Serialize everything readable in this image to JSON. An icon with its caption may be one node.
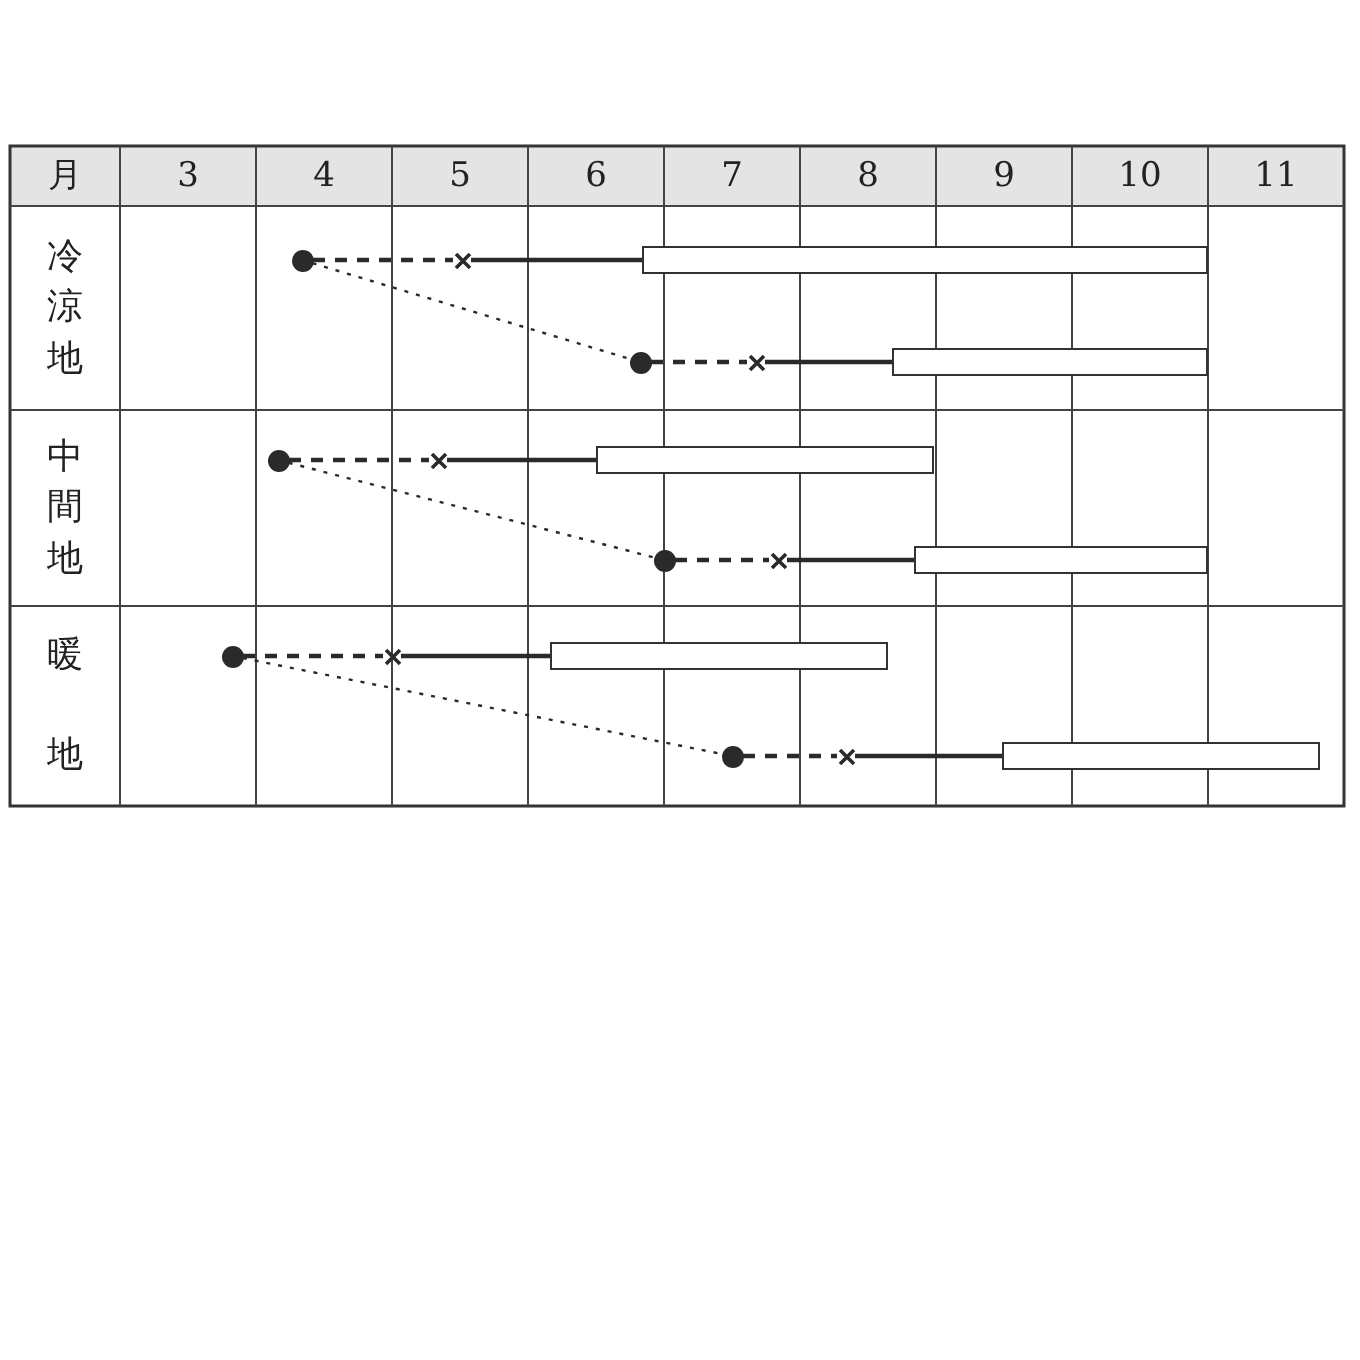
{
  "diagram": {
    "nodes": [
      {
        "text": [],
        "shape": "circle"
      },
      {
        "text": [],
        "shape": "cross"
      },
      {
        "text": [],
        "shape": "bar"
      },
      {
        "text": [],
        "shape": "circle"
      },
      {
        "text": [],
        "shape": "cross"
      },
      {
        "text": [],
        "shape": "bar"
      },
      {
        "text": [],
        "shape": "circle"
      },
      {
        "text": [],
        "shape": "cross"
      },
      {
        "text": [],
        "shape": "bar"
      },
      {
        "text": [],
        "shape": "circle"
      },
      {
        "text": [],
        "shape": "cross"
      },
      {
        "text": [],
        "shape": "bar"
      },
      {
        "text": [],
        "shape": "circle"
      },
      {
        "text": [],
        "shape": "cross"
      },
      {
        "text": [],
        "shape": "bar"
      },
      {
        "text": [],
        "shape": "circle"
      },
      {
        "text": [],
        "shape": "cross"
      },
      {
        "text": [],
        "shape": "bar"
      }
    ],
    "edges": [
      {
        "from": 0,
        "to": 1,
        "arrow": "none",
        "style": "dashed"
      },
      {
        "from": 1,
        "to": 2,
        "arrow": "none"
      },
      {
        "from": 0,
        "to": 3,
        "arrow": "none",
        "style": "dashed"
      },
      {
        "from": 3,
        "to": 4,
        "arrow": "none",
        "style": "dashed"
      },
      {
        "from": 4,
        "to": 5,
        "arrow": "none"
      },
      {
        "from": 6,
        "to": 7,
        "arrow": "none",
        "style": "dashed"
      },
      {
        "from": 7,
        "to": 8,
        "arrow": "none"
      },
      {
        "from": 6,
        "to": 9,
        "arrow": "none",
        "style": "dashed"
      },
      {
        "from": 9,
        "to": 10,
        "arrow": "none",
        "style": "dashed"
      },
      {
        "from": 10,
        "to": 11,
        "arrow": "none"
      },
      {
        "from": 12,
        "to": 13,
        "arrow": "none",
        "style": "dashed"
      },
      {
        "from": 13,
        "to": 14,
        "arrow": "none"
      },
      {
        "from": 12,
        "to": 15,
        "arrow": "none",
        "style": "dashed"
      },
      {
        "from": 15,
        "to": 16,
        "arrow": "none",
        "style": "dashed"
      },
      {
        "from": 16,
        "to": 17,
        "arrow": "none"
      }
    ],
    "labels": [
      "月",
      "3",
      "4",
      "5",
      "6",
      "7",
      "8",
      "9",
      "10",
      "11",
      "冷涼地",
      "中間地",
      "暖地"
    ]
  }
}
